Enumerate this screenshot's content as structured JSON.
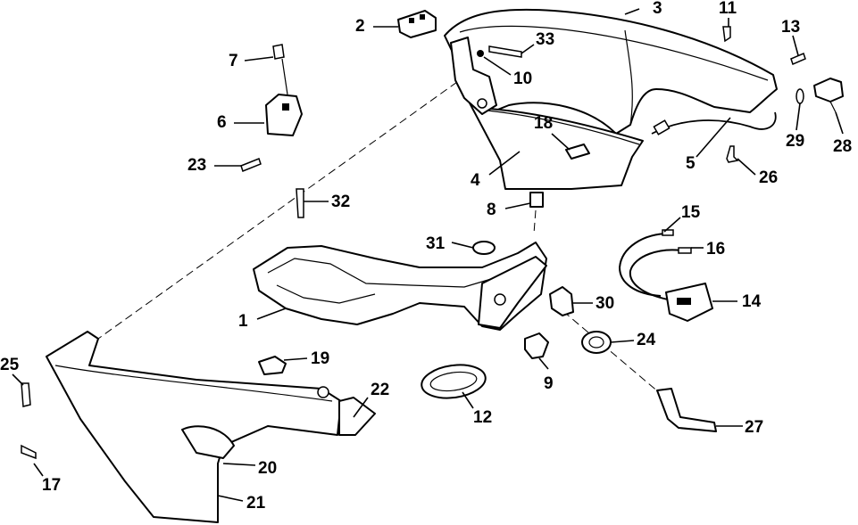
{
  "diagram": {
    "type": "exploded parts diagram",
    "line_color": "#000000",
    "background": "#ffffff",
    "callouts": {
      "c1": "1",
      "c2": "2",
      "c3": "3",
      "c4": "4",
      "c5": "5",
      "c6": "6",
      "c7": "7",
      "c8": "8",
      "c9": "9",
      "c10": "10",
      "c11": "11",
      "c12": "12",
      "c13": "13",
      "c14": "14",
      "c15": "15",
      "c16": "16",
      "c17": "17",
      "c18": "18",
      "c19": "19",
      "c20": "20",
      "c21": "21",
      "c22": "22",
      "c23": "23",
      "c24": "24",
      "c25": "25",
      "c26": "26",
      "c27": "27",
      "c28": "28",
      "c29": "29",
      "c30": "30",
      "c31": "31",
      "c32": "32",
      "c33": "33"
    }
  }
}
